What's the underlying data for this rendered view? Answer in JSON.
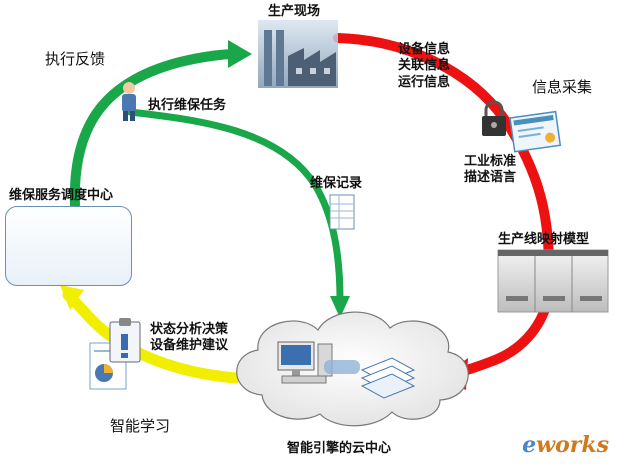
{
  "labels": {
    "production_site": "生产现场",
    "info_lines": [
      "设备信息",
      "关联信息",
      "运行信息"
    ],
    "info_collection": "信息采集",
    "industry_standard": [
      "工业标准",
      "描述语言"
    ],
    "line_mapping_model": "生产线映射模型",
    "cloud_center": "智能引擎的云中心",
    "smart_learning": "智能学习",
    "decision_lines": [
      "状态分析决策",
      "设备维护建议"
    ],
    "dispatch_center": "维保服务调度中心",
    "maintenance_record": "维保记录",
    "maintenance_task": "执行维保任务",
    "execution_feedback": "执行反馈"
  },
  "watermark": {
    "prefix": "e",
    "suffix": "works"
  },
  "colors": {
    "arrow_red": "#ee1111",
    "arrow_green": "#19a74a",
    "arrow_yellow": "#f2ee00",
    "icon_blue": "#4a78b0"
  },
  "icons": [
    "factory-icon",
    "lock-icon",
    "certificate-icon",
    "server-rack-icon",
    "cloud-icon",
    "computer-icon",
    "documents-icon",
    "clipboard-icon",
    "report-icon",
    "person-icon",
    "office-scene-icon",
    "spreadsheet-icon"
  ]
}
